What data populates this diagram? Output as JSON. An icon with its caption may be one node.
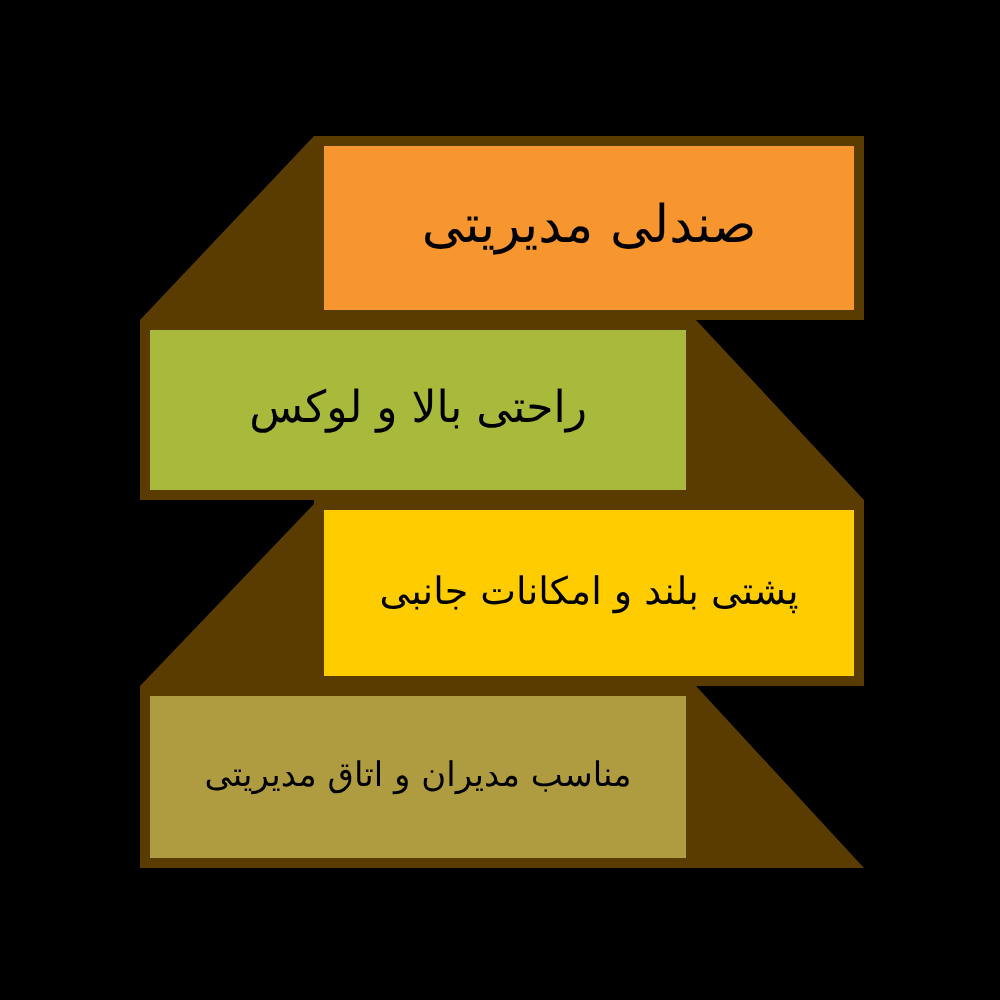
{
  "diagram": {
    "nodes": [
      {
        "text": [
          "صندلی مدیریتی"
        ]
      },
      {
        "text": [
          "راحتی بالا و لوکس"
        ]
      },
      {
        "text": [
          "پشتی بلند و امکانات جانبی"
        ]
      },
      {
        "text": [
          "مناسب مدیران و اتاق مدیریتی"
        ]
      }
    ]
  }
}
